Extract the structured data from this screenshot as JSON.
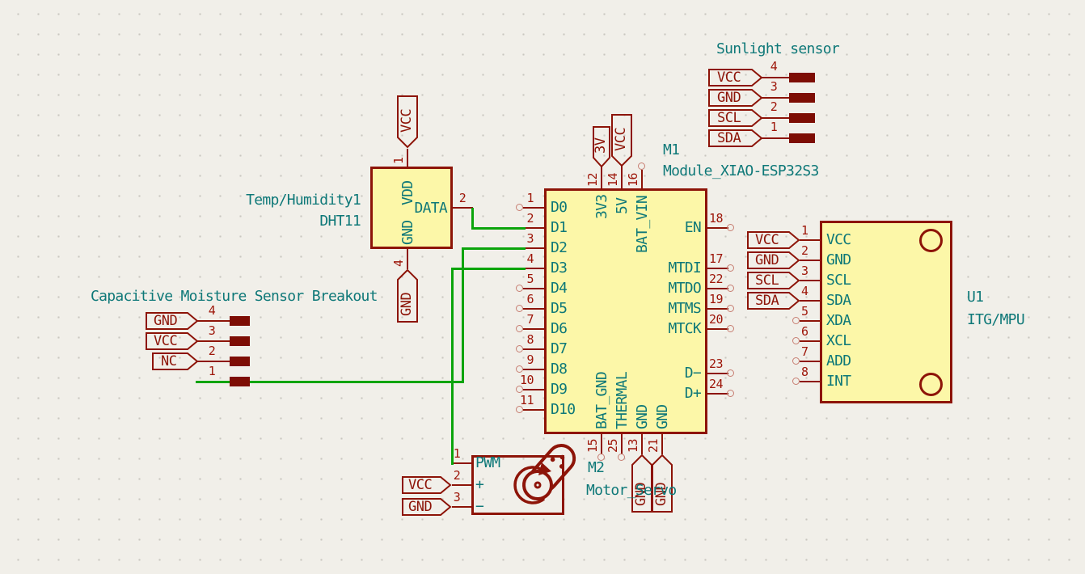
{
  "colors": {
    "background": "#F1EFE9",
    "symbol_outline": "#8D1408",
    "symbol_fill": "#FCF7A8",
    "pin_name_text": "#0E7878",
    "pin_number_text": "#9D1508",
    "wire_green": "#0BA40B",
    "pad_fill": "#7D0D04",
    "flag_label_text": "#8D1408"
  },
  "sunlight": {
    "title": "Sunlight sensor",
    "rows": [
      {
        "label": "VCC",
        "num": "4"
      },
      {
        "label": "GND",
        "num": "3"
      },
      {
        "label": "SCL",
        "num": "2"
      },
      {
        "label": "SDA",
        "num": "1"
      }
    ]
  },
  "moisture": {
    "title": "Capacitive Moisture Sensor Breakout",
    "rows": [
      {
        "label": "GND",
        "num": "4"
      },
      {
        "label": "VCC",
        "num": "3"
      },
      {
        "label": "NC",
        "num": "2"
      },
      {
        "label": "",
        "num": "1"
      }
    ]
  },
  "dht": {
    "ref": "Temp/Humidity1",
    "value": "DHT11",
    "top": {
      "num": "1",
      "name": "VDD",
      "flag": "VCC"
    },
    "right": {
      "num": "2",
      "name": "DATA"
    },
    "bottom": {
      "num": "4",
      "name": "GND",
      "flag": "GND"
    }
  },
  "xiao": {
    "ref": "M1",
    "value": "Module_XIAO-ESP32S3",
    "left": [
      {
        "num": "1",
        "name": "D0"
      },
      {
        "num": "2",
        "name": "D1"
      },
      {
        "num": "3",
        "name": "D2"
      },
      {
        "num": "4",
        "name": "D3"
      },
      {
        "num": "5",
        "name": "D4"
      },
      {
        "num": "6",
        "name": "D5"
      },
      {
        "num": "7",
        "name": "D6"
      },
      {
        "num": "8",
        "name": "D7"
      },
      {
        "num": "9",
        "name": "D8"
      },
      {
        "num": "10",
        "name": "D9"
      },
      {
        "num": "11",
        "name": "D10"
      }
    ],
    "right": [
      {
        "num": "18",
        "name": "EN"
      },
      {
        "num": "17",
        "name": "MTDI"
      },
      {
        "num": "22",
        "name": "MTDO"
      },
      {
        "num": "19",
        "name": "MTMS"
      },
      {
        "num": "20",
        "name": "MTCK"
      },
      {
        "num": "23",
        "name": "D−"
      },
      {
        "num": "24",
        "name": "D+"
      }
    ],
    "top": [
      {
        "num": "12",
        "name": "3V3",
        "flag": "3V"
      },
      {
        "num": "14",
        "name": "5V",
        "flag": "VCC"
      },
      {
        "num": "16",
        "name": "BAT_VIN"
      }
    ],
    "bottom": [
      {
        "num": "15",
        "name": "BAT_GND"
      },
      {
        "num": "25",
        "name": "THERMAL"
      },
      {
        "num": "13",
        "name": "GND",
        "flag": "GND"
      },
      {
        "num": "21",
        "name": "GND",
        "flag": "GND"
      }
    ]
  },
  "u1": {
    "ref": "U1",
    "value": "ITG/MPU",
    "pins": [
      {
        "num": "1",
        "name": "VCC",
        "flag": "VCC"
      },
      {
        "num": "2",
        "name": "GND",
        "flag": "GND"
      },
      {
        "num": "3",
        "name": "SCL",
        "flag": "SCL"
      },
      {
        "num": "4",
        "name": "SDA",
        "flag": "SDA"
      },
      {
        "num": "5",
        "name": "XDA"
      },
      {
        "num": "6",
        "name": "XCL"
      },
      {
        "num": "7",
        "name": "ADD"
      },
      {
        "num": "8",
        "name": "INT"
      }
    ]
  },
  "servo": {
    "ref": "M2",
    "value": "Motor_Servo",
    "pins": [
      {
        "num": "1",
        "name": "PWM"
      },
      {
        "num": "2",
        "name": "+",
        "flag": "VCC"
      },
      {
        "num": "3",
        "name": "−",
        "flag": "GND"
      }
    ]
  }
}
